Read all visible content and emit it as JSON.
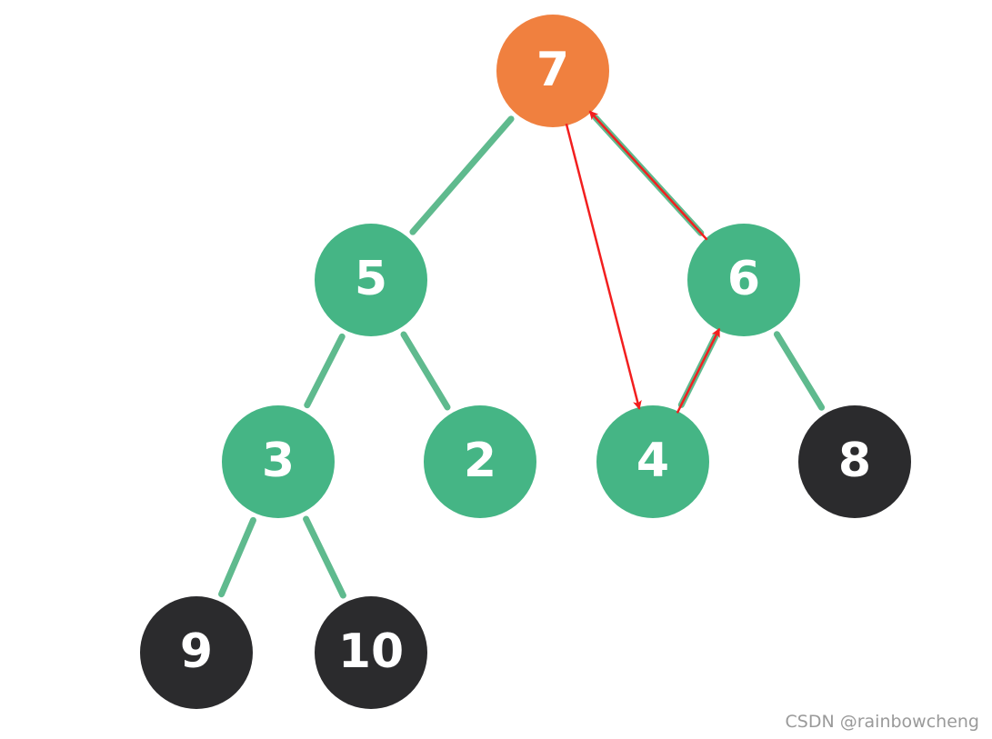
{
  "colors": {
    "orange": "#f0803f",
    "green": "#45b585",
    "dark": "#2b2b2d",
    "edge": "#5fba8e",
    "arrow": "#f21f1f"
  },
  "nodes": [
    {
      "id": "n7",
      "label": "7",
      "color": "orange"
    },
    {
      "id": "n5",
      "label": "5",
      "color": "green"
    },
    {
      "id": "n6",
      "label": "6",
      "color": "green"
    },
    {
      "id": "n3",
      "label": "3",
      "color": "green"
    },
    {
      "id": "n2",
      "label": "2",
      "color": "green"
    },
    {
      "id": "n4",
      "label": "4",
      "color": "green"
    },
    {
      "id": "n8",
      "label": "8",
      "color": "dark"
    },
    {
      "id": "n9",
      "label": "9",
      "color": "dark"
    },
    {
      "id": "n10",
      "label": "10",
      "color": "dark"
    }
  ],
  "edges": [
    {
      "from": "n7",
      "to": "n5"
    },
    {
      "from": "n7",
      "to": "n6"
    },
    {
      "from": "n5",
      "to": "n3"
    },
    {
      "from": "n5",
      "to": "n2"
    },
    {
      "from": "n6",
      "to": "n4"
    },
    {
      "from": "n6",
      "to": "n8"
    },
    {
      "from": "n3",
      "to": "n9"
    },
    {
      "from": "n3",
      "to": "n10"
    }
  ],
  "arrows": [
    {
      "from": "n7",
      "to": "n4"
    },
    {
      "from": "n4",
      "to": "n6"
    },
    {
      "from": "n6",
      "to": "n7"
    }
  ],
  "watermark": "CSDN @rainbowcheng"
}
